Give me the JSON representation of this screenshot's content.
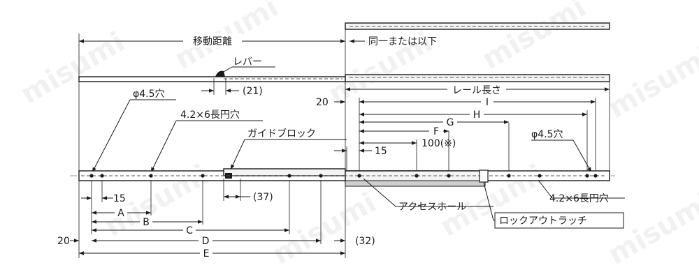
{
  "watermark": "misumi",
  "labels": {
    "travel": "移動距離",
    "same_or_less": "同一または以下",
    "lever": "レバー",
    "dim_21": "(21)",
    "hole_45_left": "φ4.5穴",
    "slot_left": "4.2×6長円穴",
    "guide_block": "ガイドブロック",
    "rail_length": "レール長さ",
    "dim_20_top": "20",
    "dim_I": "I",
    "dim_H": "H",
    "dim_G": "G",
    "dim_F": "F",
    "dim_100": "100(※)",
    "dim_15_right": "15",
    "hole_45_right": "φ4.5穴",
    "dim_37": "(37)",
    "dim_15_left": "15",
    "dim_A": "A",
    "dim_B": "B",
    "dim_C": "C",
    "dim_D": "D",
    "dim_E": "E",
    "dim_20_bottom": "20",
    "dim_32": "(32)",
    "access_hole": "アクセスホール",
    "slot_right": "4.2×6長円穴",
    "lockout_latch": "ロックアウトラッチ"
  }
}
